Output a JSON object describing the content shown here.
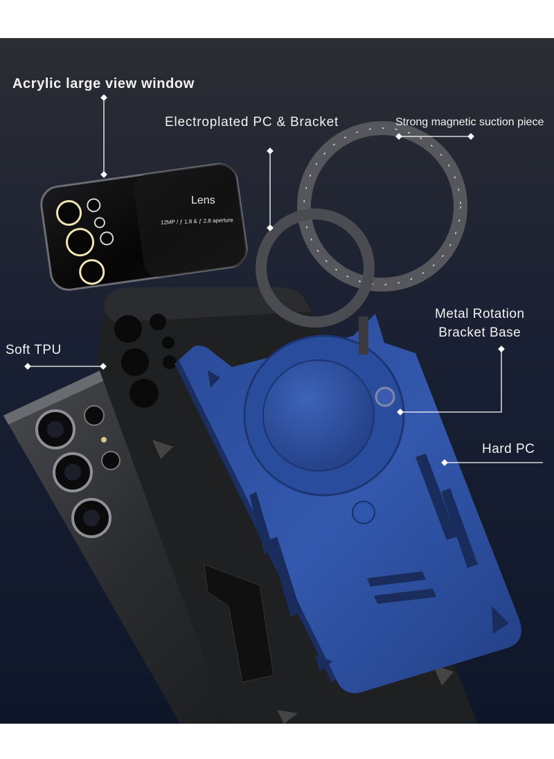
{
  "callouts": {
    "acrylic_window": "Acrylic large view window",
    "electroplated": "Electroplated PC & Bracket",
    "magnetic": "Strong magnetic suction piece",
    "soft_tpu": "Soft TPU",
    "metal_rotation_line1": "Metal Rotation",
    "metal_rotation_line2": "Bracket Base",
    "hard_pc": "Hard PC"
  },
  "lens_window": {
    "title": "Lens",
    "spec": "12MP / ƒ 1.8 & ƒ 2.8 aperture"
  },
  "colors": {
    "background_top": "#2b2d33",
    "background_bottom": "#10182c",
    "case_blue": "#2c4f9e",
    "tpu_black": "#1f2022",
    "ring_gray": "#5a5c62"
  }
}
